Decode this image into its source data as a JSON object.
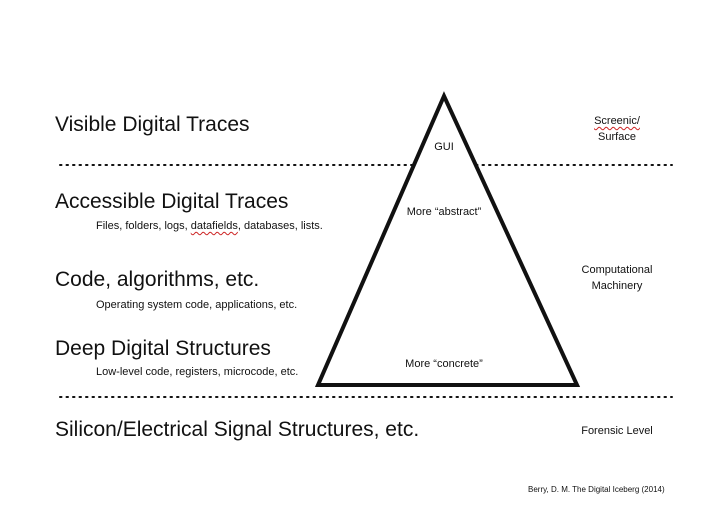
{
  "levels": [
    {
      "title": "Visible Digital Traces",
      "subtitle": ""
    },
    {
      "title": "Accessible Digital Traces",
      "subtitle": "Files, folders, logs, datafields, databases, lists."
    },
    {
      "title": "Code, algorithms, etc.",
      "subtitle": "Operating system code, applications, etc."
    },
    {
      "title": "Deep Digital Structures",
      "subtitle": "Low-level code, registers, microcode, etc."
    },
    {
      "title": "Silicon/Electrical Signal Structures, etc.",
      "subtitle": ""
    }
  ],
  "pyramid": {
    "top_label": "GUI",
    "upper_label": "More “abstract”",
    "lower_label": "More “concrete”"
  },
  "side_labels": {
    "surface_word1": "Screenic/",
    "surface_word2": "Surface",
    "machinery_line1": "Computational",
    "machinery_line2": "Machinery",
    "forensic": "Forensic Level"
  },
  "credit": "Berry, D. M. The Digital Iceberg (2014)",
  "colors": {
    "ink": "#111111",
    "spellcheck": "#cc2222",
    "background": "#ffffff"
  }
}
